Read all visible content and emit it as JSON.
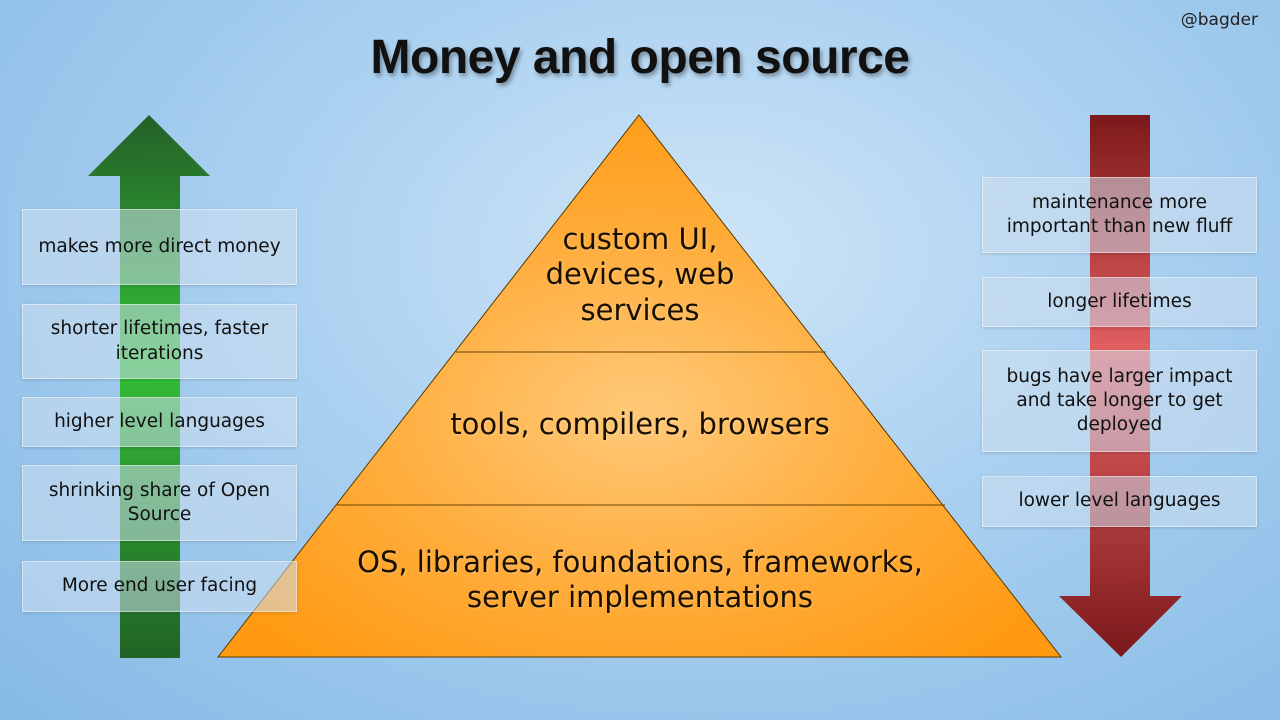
{
  "slide": {
    "title": "Money and open source",
    "author": "@bagder"
  },
  "pyramid": {
    "top": "custom UI, devices, web services",
    "middle": "tools, compilers, browsers",
    "bottom": "OS, libraries, foundations, frameworks, server implementations"
  },
  "left_notes": [
    "makes more direct money",
    "shorter lifetimes, faster iterations",
    "higher level languages",
    "shrinking share of Open Source",
    "More end user facing"
  ],
  "right_notes": [
    "maintenance more important than new fluff",
    "longer lifetimes",
    "bugs have larger impact and take longer to get deployed",
    "lower level languages"
  ],
  "colors": {
    "background": "#a9d0f0",
    "pyramid_fill": "#ffa42a",
    "arrow_up": "#1f6d1f",
    "arrow_down": "#8a1414"
  }
}
